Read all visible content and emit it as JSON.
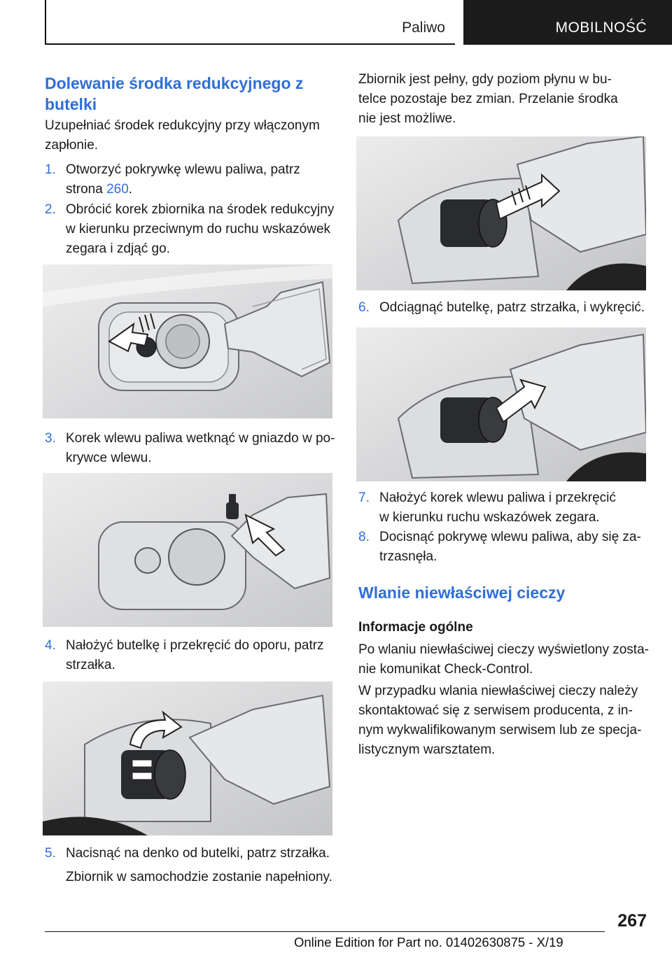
{
  "header": {
    "section": "Paliwo",
    "chapter": "MOBILNOŚĆ"
  },
  "left": {
    "heading_line1": "Dolewanie środka redukcyjnego z",
    "heading_line2": "butelki",
    "intro_line1": "Uzupełniać środek redukcyjny przy włączonym",
    "intro_line2": "zapłonie.",
    "steps": [
      {
        "num": "1.",
        "lines": [
          "Otworzyć pokrywkę wlewu paliwa, patrz"
        ],
        "line2_pre": "strona ",
        "line2_link": "260",
        "line2_post": "."
      },
      {
        "num": "2.",
        "lines": [
          "Obrócić korek zbiornika na środek redukcyjny",
          "w kierunku przeciwnym do ruchu wskazówek",
          "zegara i zdjąć go."
        ]
      },
      {
        "num": "3.",
        "lines": [
          "Korek wlewu paliwa wetknąć w gniazdo w po‐",
          "krywce wlewu."
        ]
      },
      {
        "num": "4.",
        "lines": [
          "Nałożyć butelkę i przekręcić do oporu, patrz",
          "strzałka."
        ]
      },
      {
        "num": "5.",
        "lines": [
          "Nacisnąć na denko od butelki, patrz strzałka."
        ]
      }
    ],
    "after5": "Zbiornik w samochodzie zostanie napełniony."
  },
  "right": {
    "intro_lines": [
      "Zbiornik jest pełny, gdy poziom płynu w bu‐",
      "telce pozostaje bez zmian. Przelanie środka",
      "nie jest możliwe."
    ],
    "steps": [
      {
        "num": "6.",
        "lines": [
          "Odciągnąć butelkę, patrz strzałka, i wykręcić."
        ]
      },
      {
        "num": "7.",
        "lines": [
          "Nałożyć korek wlewu paliwa i przekręcić",
          "w kierunku ruchu wskazówek zegara."
        ]
      },
      {
        "num": "8.",
        "lines": [
          "Docisnąć pokrywę wlewu paliwa, aby się za‐",
          "trzasnęła."
        ]
      }
    ],
    "heading2": "Wlanie niewłaściwej cieczy",
    "subheading": "Informacje ogólne",
    "para1": [
      "Po wlaniu niewłaściwej cieczy wyświetlony zosta‐",
      "nie komunikat Check-Control."
    ],
    "para2": [
      "W przypadku wlania niewłaściwej cieczy należy",
      "skontaktować się z serwisem producenta, z in‐",
      "nym wykwalifikowanym serwisem lub ze specja‐",
      "listycznym warsztatem."
    ]
  },
  "page_number": "267",
  "footer": "Online Edition for Part no. 01402630875 - X/19",
  "colors": {
    "accent": "#2f6fd6",
    "header_dark": "#1c1c1c"
  }
}
